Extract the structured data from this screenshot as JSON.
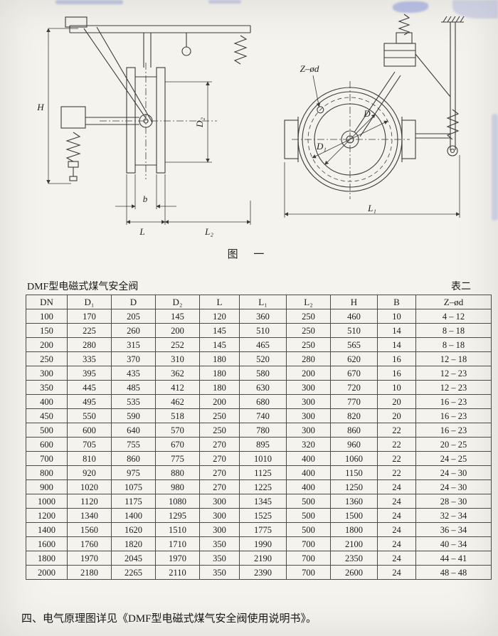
{
  "figure": {
    "caption": "图 一",
    "labels": {
      "h": "H",
      "d2": "D₂",
      "b": "b",
      "l": "L",
      "l2": "L₂",
      "z_od": "Z–ød",
      "d": "D",
      "d1": "D₁",
      "l1": "L₁"
    }
  },
  "table": {
    "title": "DMF型电磁式煤气安全阀",
    "tag": "表二",
    "headers": [
      "DN",
      "D₁",
      "D",
      "D₂",
      "L",
      "L₁",
      "L₂",
      "H",
      "B",
      "Z–ød"
    ],
    "rows": [
      [
        "100",
        "170",
        "205",
        "145",
        "120",
        "360",
        "250",
        "460",
        "10",
        "4 – 12"
      ],
      [
        "150",
        "225",
        "260",
        "200",
        "145",
        "510",
        "250",
        "510",
        "14",
        "8 – 18"
      ],
      [
        "200",
        "280",
        "315",
        "252",
        "145",
        "465",
        "250",
        "565",
        "14",
        "8 – 18"
      ],
      [
        "250",
        "335",
        "370",
        "310",
        "180",
        "520",
        "280",
        "620",
        "16",
        "12 – 18"
      ],
      [
        "300",
        "395",
        "435",
        "362",
        "180",
        "580",
        "200",
        "670",
        "16",
        "12 – 23"
      ],
      [
        "350",
        "445",
        "485",
        "412",
        "180",
        "630",
        "300",
        "720",
        "10",
        "12 – 23"
      ],
      [
        "400",
        "495",
        "535",
        "462",
        "200",
        "680",
        "300",
        "770",
        "20",
        "16 – 23"
      ],
      [
        "450",
        "550",
        "590",
        "518",
        "250",
        "740",
        "300",
        "820",
        "20",
        "16 – 23"
      ],
      [
        "500",
        "600",
        "640",
        "570",
        "250",
        "780",
        "300",
        "860",
        "22",
        "16 – 23"
      ],
      [
        "600",
        "705",
        "755",
        "670",
        "270",
        "895",
        "320",
        "960",
        "22",
        "20 – 25"
      ],
      [
        "700",
        "810",
        "860",
        "775",
        "270",
        "1010",
        "400",
        "1060",
        "22",
        "24 – 25"
      ],
      [
        "800",
        "920",
        "975",
        "880",
        "270",
        "1125",
        "400",
        "1150",
        "22",
        "24 – 30"
      ],
      [
        "900",
        "1020",
        "1075",
        "980",
        "270",
        "1225",
        "400",
        "1250",
        "24",
        "24 – 30"
      ],
      [
        "1000",
        "1120",
        "1175",
        "1080",
        "300",
        "1345",
        "500",
        "1360",
        "24",
        "28 – 30"
      ],
      [
        "1200",
        "1340",
        "1400",
        "1295",
        "300",
        "1525",
        "500",
        "1500",
        "24",
        "32 – 34"
      ],
      [
        "1400",
        "1560",
        "1620",
        "1510",
        "300",
        "1775",
        "500",
        "1800",
        "24",
        "36 – 34"
      ],
      [
        "1600",
        "1760",
        "1820",
        "1710",
        "350",
        "1990",
        "700",
        "2100",
        "24",
        "40 – 34"
      ],
      [
        "1800",
        "1970",
        "2045",
        "1970",
        "350",
        "2190",
        "700",
        "2350",
        "24",
        "44 – 41"
      ],
      [
        "2000",
        "2180",
        "2265",
        "2110",
        "350",
        "2390",
        "700",
        "2600",
        "24",
        "48 – 48"
      ]
    ]
  },
  "footer": {
    "note": "四、电气原理图详见《DMF型电磁式煤气安全阀使用说明书》。"
  }
}
